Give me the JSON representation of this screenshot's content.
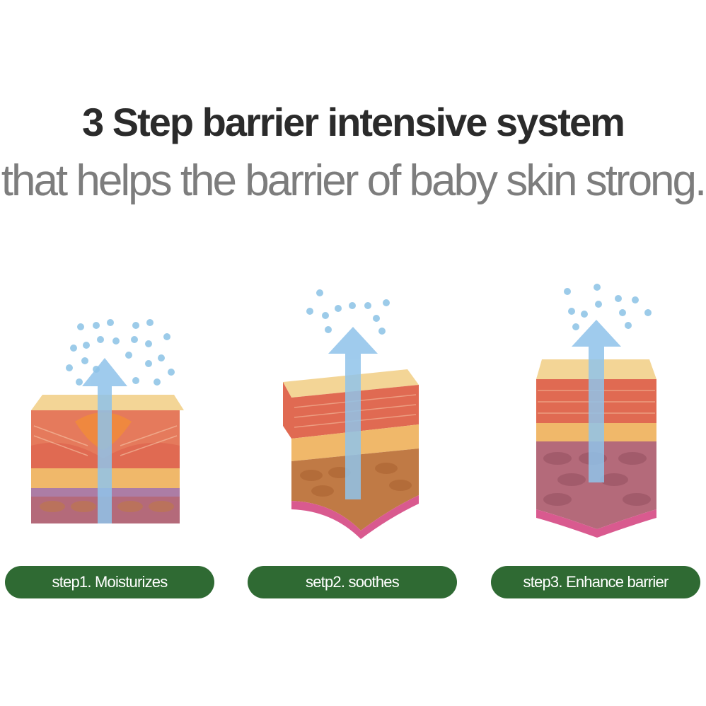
{
  "heading": {
    "title": "3 Step barrier intensive system",
    "subtitle": "that helps the barrier of baby skin strong."
  },
  "steps": [
    {
      "label": "step1. Moisturizes",
      "illustration": "damaged-skin-layers-icon"
    },
    {
      "label": "setp2. soothes",
      "illustration": "soothed-skin-layers-icon"
    },
    {
      "label": "step3. Enhance barrier",
      "illustration": "strong-barrier-skin-layers-icon"
    }
  ],
  "colors": {
    "pill": "#2f6a33",
    "arrow": "#8fc3ea",
    "droplet": "#9ccbe9",
    "surface": "#f3d596",
    "red_layer": "#e06a52",
    "yellow_layer": "#f0b86a",
    "brown_cells": "#c07a45",
    "purple_cells": "#b46a7a",
    "membrane": "#d95a8f"
  }
}
